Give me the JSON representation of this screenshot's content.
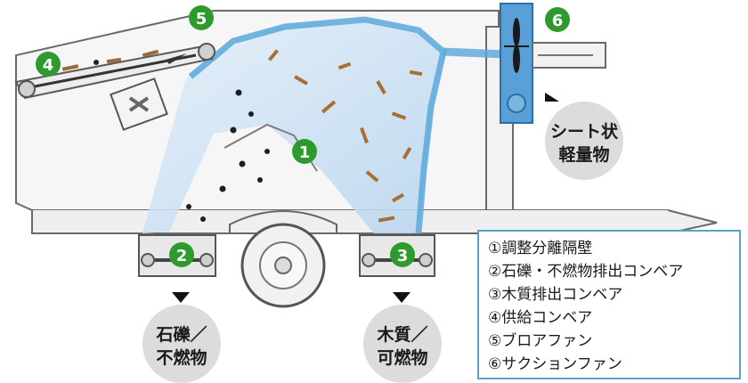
{
  "markers": {
    "m1": "1",
    "m2": "2",
    "m3": "3",
    "m4": "4",
    "m5": "5",
    "m6": "6"
  },
  "outputs": {
    "stones_line1": "石礫／",
    "stones_line2": "不燃物",
    "wood_line1": "木質／",
    "wood_line2": "可燃物",
    "sheet_line1": "シート状",
    "sheet_line2": "軽量物"
  },
  "legend": [
    "①調整分離隔壁",
    "②石礫・不燃物排出コンベア",
    "③木質排出コンベア",
    "④供給コンベア",
    "⑤ブロアファン",
    "⑥サクションファン"
  ],
  "colors": {
    "marker_green": "#2e9a2e",
    "air_blue": "#5aa8dc",
    "machine_line": "#555555",
    "output_circle": "#dcdcdc"
  }
}
